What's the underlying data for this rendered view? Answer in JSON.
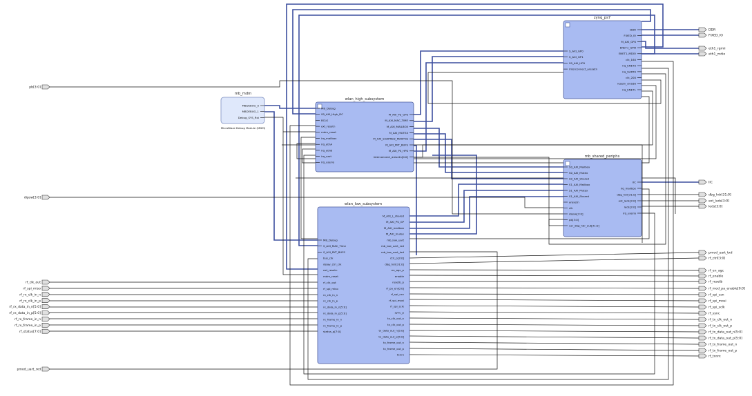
{
  "blocks": {
    "zynq": {
      "title": "zynq_ps7",
      "left_pins": [
        "S_AXI_GP0",
        "S_AXI_GP1",
        "S0_AXI_HP0",
        "interconnect_aresetn"
      ],
      "right_pins": [
        "DDR",
        "FIXED_IO",
        "M_AXI_GP0",
        "ENET1_GMII",
        "ENET1_MDIO",
        "clk_160",
        "irq_ENET0",
        "irq_UART0",
        "clk_200",
        "resetn_clk160",
        "irq_ENET1"
      ]
    },
    "mdm": {
      "title": "mb_mdm",
      "right_pins": [
        "MBDEBUG_0",
        "MBDEBUG_1",
        "Debug_SYS_Rst"
      ],
      "caption": "MicroBlaze Debug Module (MDM)"
    },
    "high": {
      "title": "wlan_high_subsystem",
      "left_pins": [
        "MB_Debug",
        "S0_AXI_High_DC",
        "BCLK",
        "ext_resetn",
        "mdm_reset",
        "irq_mailbox",
        "irq_ethA",
        "irq_ethB",
        "irq_uart",
        "irq_userio"
      ],
      "right_pins": [
        "M_AXI_PS_GP0",
        "M_AXI_MAC_TIME",
        "M_AXI_MAILBOX",
        "M_AXI_MUTEX",
        "M_AXI_SHAPRED_PERIPHS",
        "M_AXI_PKT_BUFS",
        "M_AXI_PS_HP0",
        "interconnect_aresetn[0:0]"
      ]
    },
    "shared": {
      "title": "mb_shared_periphs",
      "left_pins": [
        "S0_AXI_Mailbox",
        "S0_AXI_Mutex",
        "S0_AXI_Shared",
        "S1_AXI_Mailbox",
        "S1_AXI_Mutex",
        "S1_AXI_Shared",
        "aresetn",
        "clk",
        "dipsw[3:0]",
        "pb[3:0]",
        "usr_dbg_hdr_out[31:0]"
      ],
      "right_pins": [
        "IIC",
        "irq_mailbox",
        "dbg_hdr[31:0]",
        "ext_leds[3:0]",
        "leds[3:0]",
        "irq_userio"
      ]
    },
    "low": {
      "title": "wlan_low_subsystem",
      "left_pins": [
        "MB_Debug",
        "S_AXI_MAC_Time",
        "S_AXI_PKT_BUFS",
        "bus_clk",
        "delay_ctrl_clk",
        "ext_resetn",
        "mdm_reset",
        "rf_clk_out",
        "rf_spi_miso",
        "rx_clk_in_n",
        "rx_clk_in_p",
        "rx_data_in_n[5:0]",
        "rx_data_in_p[5:0]",
        "rx_frame_in_n",
        "rx_frame_in_p",
        "status_p[7:0]"
      ],
      "right_pins": [
        "M_AXI_L_shared",
        "M_AXI_PS_GP",
        "M_AXI_mailbox",
        "M_AXI_mutex",
        "mb_low_uart",
        "mb_low_uart_rxd",
        "mb_low_uart_txd",
        "ctrl_p[3:0]",
        "dbg_hdr[31:0]",
        "en_agc_p",
        "enable",
        "resetb_p",
        "rf_pa_en[0:0]",
        "rf_spi_csn",
        "rf_spi_mosi",
        "rf_spi_sclk",
        "sync_p",
        "tx_clk_out_n",
        "tx_clk_out_p",
        "tx_data_out_n[5:0]",
        "tx_data_out_p[5:0]",
        "tx_frame_out_n",
        "tx_frame_out_p",
        "txnrx"
      ]
    }
  },
  "external_ports": {
    "top_right": [
      "DDR",
      "FIXED_IO",
      "eth1_rgmii",
      "eth1_mdio"
    ],
    "mid_right": [
      "IIC",
      "dbg_hdr[31:0]",
      "ext_leds[3:0]",
      "leds[3:0]"
    ],
    "low_right": [
      "pmod_uart_txd",
      "rf_ctrl[3:0]",
      "rf_en_agc",
      "rf_enable",
      "rf_resetb",
      "rf_mod_pa_enable[0:0]",
      "rf_spi_csn",
      "rf_spi_mosi",
      "rf_spi_sclk",
      "rf_sync",
      "rf_tx_clk_out_n",
      "rf_tx_clk_out_p",
      "rf_tx_data_out_n[5:0]",
      "rf_tx_data_out_p[5:0]",
      "rf_tx_frame_out_n",
      "rf_tx_frame_out_p",
      "rf_txnrx"
    ],
    "left_top": [
      "pb[3:0]",
      "dipsw[3:0]"
    ],
    "left_rf": [
      "rf_clk_out",
      "rf_spi_miso",
      "rf_rx_clk_in_n",
      "rf_rx_clk_in_p",
      "rf_rx_data_in_n[5:0]",
      "rf_rx_data_in_p[5:0]",
      "rf_rx_frame_in_n",
      "rf_rx_frame_in_p",
      "rf_status[7:0]"
    ],
    "left_bottom": [
      "pmod_uart_rxd"
    ]
  },
  "colors": {
    "block_fill": "#a9bbf2",
    "block_stroke": "#4a5a9a",
    "bus": "#3c4e9e",
    "wire": "#111111",
    "mdm_fill": "#dfe8fb"
  }
}
